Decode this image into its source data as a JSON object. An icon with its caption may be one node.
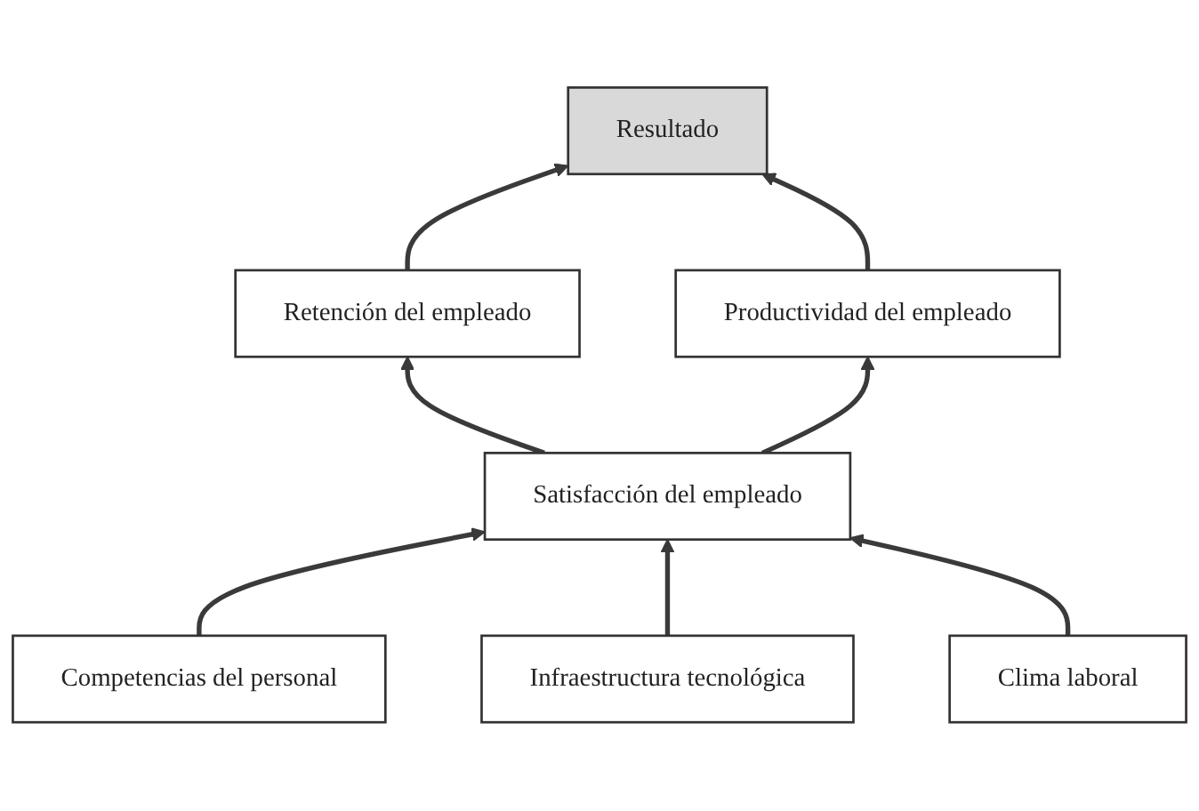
{
  "diagram": {
    "nodes": [
      {
        "text": [
          "Resultado"
        ]
      },
      {
        "text": [
          "Retención del empleado"
        ]
      },
      {
        "text": [
          "Productividad del empleado"
        ]
      },
      {
        "text": [
          "Satisfacción del empleado"
        ]
      },
      {
        "text": [
          "Competencias del personal"
        ]
      },
      {
        "text": [
          "Infraestructura tecnológica"
        ]
      },
      {
        "text": [
          "Clima laboral"
        ]
      }
    ],
    "edges": [
      {
        "from": 1,
        "to": 0,
        "arrow": "to"
      },
      {
        "from": 2,
        "to": 0,
        "arrow": "to"
      },
      {
        "from": 3,
        "to": 1,
        "arrow": "to"
      },
      {
        "from": 3,
        "to": 2,
        "arrow": "to"
      },
      {
        "from": 4,
        "to": 3,
        "arrow": "to"
      },
      {
        "from": 5,
        "to": 3,
        "arrow": "to"
      },
      {
        "from": 6,
        "to": 3,
        "arrow": "to"
      }
    ]
  }
}
